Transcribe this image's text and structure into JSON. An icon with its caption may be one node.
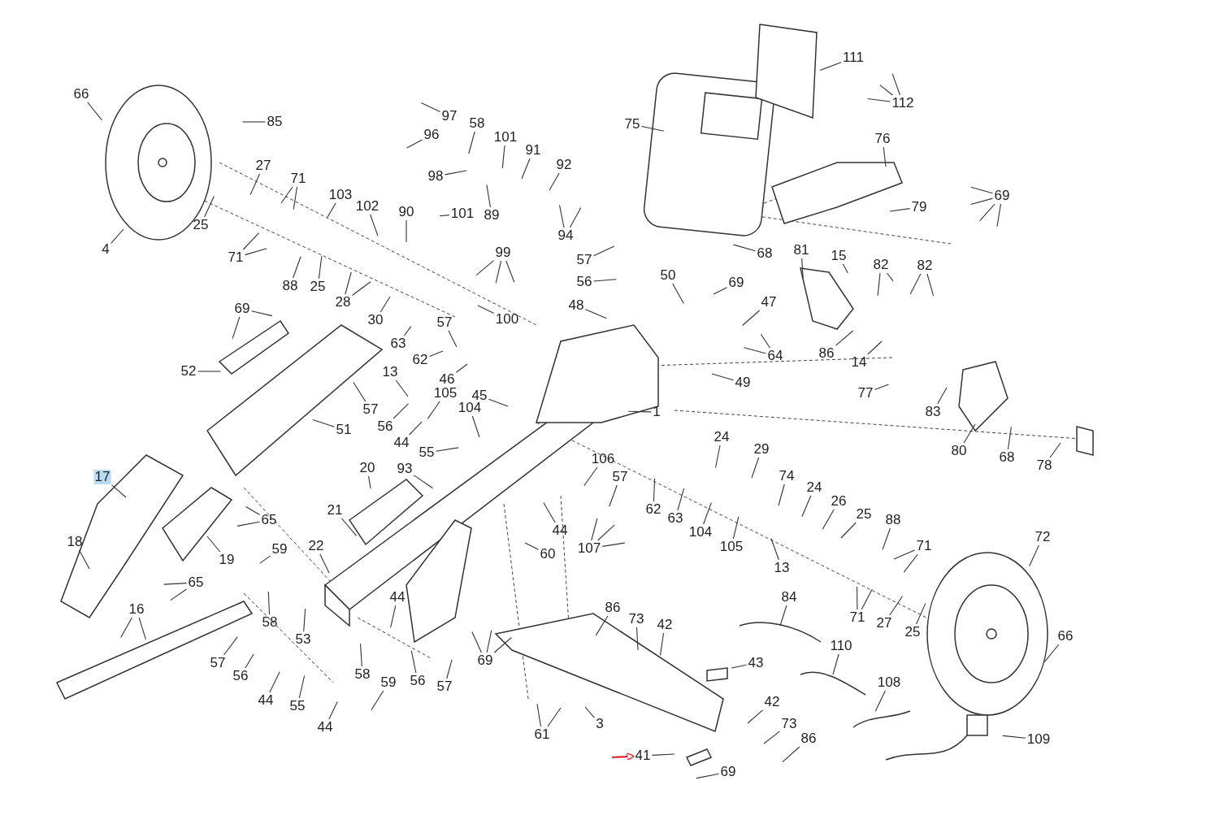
{
  "diagram": {
    "nodes": [
      {
        "text": [
          "66"
        ]
      },
      {
        "text": [
          "85"
        ]
      },
      {
        "text": [
          "27"
        ]
      },
      {
        "text": [
          "71"
        ]
      },
      {
        "text": [
          "25"
        ]
      },
      {
        "text": [
          "4"
        ]
      },
      {
        "text": [
          "71"
        ]
      },
      {
        "text": [
          "88"
        ]
      },
      {
        "text": [
          "25"
        ]
      },
      {
        "text": [
          "28"
        ]
      },
      {
        "text": [
          "103"
        ]
      },
      {
        "text": [
          "102"
        ]
      },
      {
        "text": [
          "90"
        ]
      },
      {
        "text": [
          "30"
        ]
      },
      {
        "text": [
          "97"
        ]
      },
      {
        "text": [
          "58"
        ]
      },
      {
        "text": [
          "96"
        ]
      },
      {
        "text": [
          "101"
        ]
      },
      {
        "text": [
          "91"
        ]
      },
      {
        "text": [
          "92"
        ]
      },
      {
        "text": [
          "98"
        ]
      },
      {
        "text": [
          "101"
        ]
      },
      {
        "text": [
          "89"
        ]
      },
      {
        "text": [
          "94"
        ]
      },
      {
        "text": [
          "99"
        ]
      },
      {
        "text": [
          "100"
        ]
      },
      {
        "text": [
          "111"
        ]
      },
      {
        "text": [
          "112"
        ]
      },
      {
        "text": [
          "75"
        ]
      },
      {
        "text": [
          "76"
        ]
      },
      {
        "text": [
          "69"
        ]
      },
      {
        "text": [
          "79"
        ]
      },
      {
        "text": [
          "57"
        ]
      },
      {
        "text": [
          "56"
        ]
      },
      {
        "text": [
          "48"
        ]
      },
      {
        "text": [
          "50"
        ]
      },
      {
        "text": [
          "69"
        ]
      },
      {
        "text": [
          "47"
        ]
      },
      {
        "text": [
          "68"
        ]
      },
      {
        "text": [
          "81"
        ]
      },
      {
        "text": [
          "15"
        ]
      },
      {
        "text": [
          "82"
        ]
      },
      {
        "text": [
          "82"
        ]
      },
      {
        "text": [
          "86"
        ]
      },
      {
        "text": [
          "14"
        ]
      },
      {
        "text": [
          "77"
        ]
      },
      {
        "text": [
          "83"
        ]
      },
      {
        "text": [
          "64"
        ]
      },
      {
        "text": [
          "49"
        ]
      },
      {
        "text": [
          "1"
        ]
      },
      {
        "text": [
          "63"
        ]
      },
      {
        "text": [
          "57"
        ]
      },
      {
        "text": [
          "62"
        ]
      },
      {
        "text": [
          "46"
        ]
      },
      {
        "text": [
          "45"
        ]
      },
      {
        "text": [
          "13"
        ]
      },
      {
        "text": [
          "57"
        ]
      },
      {
        "text": [
          "105"
        ]
      },
      {
        "text": [
          "104"
        ]
      },
      {
        "text": [
          "56"
        ]
      },
      {
        "text": [
          "44"
        ]
      },
      {
        "text": [
          "55"
        ]
      },
      {
        "text": [
          "69"
        ]
      },
      {
        "text": [
          "52"
        ]
      },
      {
        "text": [
          "51"
        ]
      },
      {
        "text": [
          "20"
        ]
      },
      {
        "text": [
          "93"
        ]
      },
      {
        "text": [
          "106"
        ]
      },
      {
        "text": [
          "57"
        ]
      },
      {
        "text": [
          "44"
        ]
      },
      {
        "text": [
          "60"
        ]
      },
      {
        "text": [
          "107"
        ]
      },
      {
        "text": [
          "62"
        ]
      },
      {
        "text": [
          "63"
        ]
      },
      {
        "text": [
          "104"
        ]
      },
      {
        "text": [
          "105"
        ]
      },
      {
        "text": [
          "24"
        ]
      },
      {
        "text": [
          "29"
        ]
      },
      {
        "text": [
          "74"
        ]
      },
      {
        "text": [
          "24"
        ]
      },
      {
        "text": [
          "26"
        ]
      },
      {
        "text": [
          "25"
        ]
      },
      {
        "text": [
          "88"
        ]
      },
      {
        "text": [
          "13"
        ]
      },
      {
        "text": [
          "71"
        ]
      },
      {
        "text": [
          "72"
        ]
      },
      {
        "text": [
          "80"
        ]
      },
      {
        "text": [
          "68"
        ]
      },
      {
        "text": [
          "78"
        ]
      },
      {
        "text": [
          "17"
        ]
      },
      {
        "text": [
          "18"
        ]
      },
      {
        "text": [
          "19"
        ]
      },
      {
        "text": [
          "65"
        ]
      },
      {
        "text": [
          "59"
        ]
      },
      {
        "text": [
          "22"
        ]
      },
      {
        "text": [
          "21"
        ]
      },
      {
        "text": [
          "65"
        ]
      },
      {
        "text": [
          "71"
        ]
      },
      {
        "text": [
          "27"
        ]
      },
      {
        "text": [
          "25"
        ]
      },
      {
        "text": [
          "16"
        ]
      },
      {
        "text": [
          "58"
        ]
      },
      {
        "text": [
          "53"
        ]
      },
      {
        "text": [
          "44"
        ]
      },
      {
        "text": [
          "84"
        ]
      },
      {
        "text": [
          "86"
        ]
      },
      {
        "text": [
          "73"
        ]
      },
      {
        "text": [
          "42"
        ]
      },
      {
        "text": [
          "66"
        ]
      },
      {
        "text": [
          "110"
        ]
      },
      {
        "text": [
          "69"
        ]
      },
      {
        "text": [
          "57"
        ]
      },
      {
        "text": [
          "56"
        ]
      },
      {
        "text": [
          "58"
        ]
      },
      {
        "text": [
          "59"
        ]
      },
      {
        "text": [
          "56"
        ]
      },
      {
        "text": [
          "57"
        ]
      },
      {
        "text": [
          "43"
        ]
      },
      {
        "text": [
          "108"
        ]
      },
      {
        "text": [
          "44"
        ]
      },
      {
        "text": [
          "55"
        ]
      },
      {
        "text": [
          "42"
        ]
      },
      {
        "text": [
          "44"
        ]
      },
      {
        "text": [
          "3"
        ]
      },
      {
        "text": [
          "73"
        ]
      },
      {
        "text": [
          "61"
        ]
      },
      {
        "text": [
          "86"
        ]
      },
      {
        "text": [
          "109"
        ]
      },
      {
        "text": [
          "41"
        ]
      },
      {
        "text": [
          "69"
        ]
      }
    ],
    "edges": [
      {
        "from": 0,
        "to": null,
        "arrow": "none"
      },
      {
        "from": 1,
        "to": null,
        "arrow": "none"
      },
      {
        "from": 2,
        "to": null,
        "arrow": "none"
      },
      {
        "from": 3,
        "to": null,
        "arrow": "none"
      },
      {
        "from": 3,
        "to": null,
        "arrow": "none"
      },
      {
        "from": 4,
        "to": null,
        "arrow": "none"
      },
      {
        "from": 5,
        "to": null,
        "arrow": "none"
      },
      {
        "from": 6,
        "to": null,
        "arrow": "none"
      },
      {
        "from": 6,
        "to": null,
        "arrow": "none"
      },
      {
        "from": 7,
        "to": null,
        "arrow": "none"
      },
      {
        "from": 8,
        "to": null,
        "arrow": "none"
      },
      {
        "from": 9,
        "to": null,
        "arrow": "none"
      },
      {
        "from": 9,
        "to": null,
        "arrow": "none"
      },
      {
        "from": 10,
        "to": null,
        "arrow": "none"
      },
      {
        "from": 11,
        "to": null,
        "arrow": "none"
      },
      {
        "from": 12,
        "to": null,
        "arrow": "none"
      },
      {
        "from": 13,
        "to": null,
        "arrow": "none"
      },
      {
        "from": 14,
        "to": null,
        "arrow": "none"
      },
      {
        "from": 15,
        "to": null,
        "arrow": "none"
      },
      {
        "from": 16,
        "to": null,
        "arrow": "none"
      },
      {
        "from": 17,
        "to": null,
        "arrow": "none"
      },
      {
        "from": 18,
        "to": null,
        "arrow": "none"
      },
      {
        "from": 19,
        "to": null,
        "arrow": "none"
      },
      {
        "from": 20,
        "to": null,
        "arrow": "none"
      },
      {
        "from": 21,
        "to": null,
        "arrow": "none"
      },
      {
        "from": 22,
        "to": null,
        "arrow": "none"
      },
      {
        "from": 23,
        "to": null,
        "arrow": "none"
      },
      {
        "from": 23,
        "to": null,
        "arrow": "none"
      },
      {
        "from": 24,
        "to": null,
        "arrow": "none"
      },
      {
        "from": 24,
        "to": null,
        "arrow": "none"
      },
      {
        "from": 24,
        "to": null,
        "arrow": "none"
      },
      {
        "from": 25,
        "to": null,
        "arrow": "none"
      },
      {
        "from": 26,
        "to": null,
        "arrow": "none"
      },
      {
        "from": 27,
        "to": null,
        "arrow": "none"
      },
      {
        "from": 27,
        "to": null,
        "arrow": "none"
      },
      {
        "from": 27,
        "to": null,
        "arrow": "none"
      },
      {
        "from": 28,
        "to": null,
        "arrow": "none"
      },
      {
        "from": 29,
        "to": null,
        "arrow": "none"
      },
      {
        "from": 30,
        "to": null,
        "arrow": "none"
      },
      {
        "from": 30,
        "to": null,
        "arrow": "none"
      },
      {
        "from": 30,
        "to": null,
        "arrow": "none"
      },
      {
        "from": 30,
        "to": null,
        "arrow": "none"
      },
      {
        "from": 31,
        "to": null,
        "arrow": "none"
      },
      {
        "from": 32,
        "to": null,
        "arrow": "none"
      },
      {
        "from": 33,
        "to": null,
        "arrow": "none"
      },
      {
        "from": 34,
        "to": null,
        "arrow": "none"
      },
      {
        "from": 35,
        "to": null,
        "arrow": "none"
      },
      {
        "from": 36,
        "to": null,
        "arrow": "none"
      },
      {
        "from": 37,
        "to": null,
        "arrow": "none"
      },
      {
        "from": 38,
        "to": null,
        "arrow": "none"
      },
      {
        "from": 39,
        "to": null,
        "arrow": "none"
      },
      {
        "from": 40,
        "to": null,
        "arrow": "none"
      },
      {
        "from": 41,
        "to": null,
        "arrow": "none"
      },
      {
        "from": 41,
        "to": null,
        "arrow": "none"
      },
      {
        "from": 42,
        "to": null,
        "arrow": "none"
      },
      {
        "from": 42,
        "to": null,
        "arrow": "none"
      },
      {
        "from": 43,
        "to": null,
        "arrow": "none"
      },
      {
        "from": 44,
        "to": null,
        "arrow": "none"
      },
      {
        "from": 45,
        "to": null,
        "arrow": "none"
      },
      {
        "from": 46,
        "to": null,
        "arrow": "none"
      },
      {
        "from": 47,
        "to": null,
        "arrow": "none"
      },
      {
        "from": 47,
        "to": null,
        "arrow": "none"
      },
      {
        "from": 48,
        "to": null,
        "arrow": "none"
      },
      {
        "from": 49,
        "to": null,
        "arrow": "none"
      },
      {
        "from": 50,
        "to": null,
        "arrow": "none"
      },
      {
        "from": 51,
        "to": null,
        "arrow": "none"
      },
      {
        "from": 52,
        "to": null,
        "arrow": "none"
      },
      {
        "from": 53,
        "to": null,
        "arrow": "none"
      },
      {
        "from": 54,
        "to": null,
        "arrow": "none"
      },
      {
        "from": 55,
        "to": null,
        "arrow": "none"
      },
      {
        "from": 56,
        "to": null,
        "arrow": "none"
      },
      {
        "from": 57,
        "to": null,
        "arrow": "none"
      },
      {
        "from": 58,
        "to": null,
        "arrow": "none"
      },
      {
        "from": 59,
        "to": null,
        "arrow": "none"
      },
      {
        "from": 60,
        "to": null,
        "arrow": "none"
      },
      {
        "from": 61,
        "to": null,
        "arrow": "none"
      },
      {
        "from": 62,
        "to": null,
        "arrow": "none"
      },
      {
        "from": 62,
        "to": null,
        "arrow": "none"
      },
      {
        "from": 63,
        "to": null,
        "arrow": "none"
      },
      {
        "from": 64,
        "to": null,
        "arrow": "none"
      },
      {
        "from": 65,
        "to": null,
        "arrow": "none"
      },
      {
        "from": 66,
        "to": null,
        "arrow": "none"
      },
      {
        "from": 67,
        "to": null,
        "arrow": "none"
      },
      {
        "from": 68,
        "to": null,
        "arrow": "none"
      },
      {
        "from": 69,
        "to": null,
        "arrow": "none"
      },
      {
        "from": 70,
        "to": null,
        "arrow": "none"
      },
      {
        "from": 71,
        "to": null,
        "arrow": "none"
      },
      {
        "from": 71,
        "to": null,
        "arrow": "none"
      },
      {
        "from": 71,
        "to": null,
        "arrow": "none"
      },
      {
        "from": 72,
        "to": null,
        "arrow": "none"
      },
      {
        "from": 73,
        "to": null,
        "arrow": "none"
      },
      {
        "from": 74,
        "to": null,
        "arrow": "none"
      },
      {
        "from": 75,
        "to": null,
        "arrow": "none"
      },
      {
        "from": 76,
        "to": null,
        "arrow": "none"
      },
      {
        "from": 77,
        "to": null,
        "arrow": "none"
      },
      {
        "from": 78,
        "to": null,
        "arrow": "none"
      },
      {
        "from": 79,
        "to": null,
        "arrow": "none"
      },
      {
        "from": 80,
        "to": null,
        "arrow": "none"
      },
      {
        "from": 81,
        "to": null,
        "arrow": "none"
      },
      {
        "from": 82,
        "to": null,
        "arrow": "none"
      },
      {
        "from": 83,
        "to": null,
        "arrow": "none"
      },
      {
        "from": 84,
        "to": null,
        "arrow": "none"
      },
      {
        "from": 84,
        "to": null,
        "arrow": "none"
      },
      {
        "from": 85,
        "to": null,
        "arrow": "none"
      },
      {
        "from": 86,
        "to": null,
        "arrow": "none"
      },
      {
        "from": 87,
        "to": null,
        "arrow": "none"
      },
      {
        "from": 88,
        "to": null,
        "arrow": "none"
      },
      {
        "from": 89,
        "to": null,
        "arrow": "none"
      },
      {
        "from": 90,
        "to": null,
        "arrow": "none"
      },
      {
        "from": 91,
        "to": null,
        "arrow": "none"
      },
      {
        "from": 92,
        "to": null,
        "arrow": "none"
      },
      {
        "from": 92,
        "to": null,
        "arrow": "none"
      },
      {
        "from": 93,
        "to": null,
        "arrow": "none"
      },
      {
        "from": 94,
        "to": null,
        "arrow": "none"
      },
      {
        "from": 95,
        "to": null,
        "arrow": "none"
      },
      {
        "from": 96,
        "to": null,
        "arrow": "none"
      },
      {
        "from": 96,
        "to": null,
        "arrow": "none"
      },
      {
        "from": 97,
        "to": null,
        "arrow": "none"
      },
      {
        "from": 97,
        "to": null,
        "arrow": "none"
      },
      {
        "from": 98,
        "to": null,
        "arrow": "none"
      },
      {
        "from": 99,
        "to": null,
        "arrow": "none"
      },
      {
        "from": 100,
        "to": null,
        "arrow": "none"
      },
      {
        "from": 100,
        "to": null,
        "arrow": "none"
      },
      {
        "from": 101,
        "to": null,
        "arrow": "none"
      },
      {
        "from": 102,
        "to": null,
        "arrow": "none"
      },
      {
        "from": 103,
        "to": null,
        "arrow": "none"
      },
      {
        "from": 104,
        "to": null,
        "arrow": "none"
      },
      {
        "from": 105,
        "to": null,
        "arrow": "none"
      },
      {
        "from": 106,
        "to": null,
        "arrow": "none"
      },
      {
        "from": 107,
        "to": null,
        "arrow": "none"
      },
      {
        "from": 108,
        "to": null,
        "arrow": "none"
      },
      {
        "from": 109,
        "to": null,
        "arrow": "none"
      },
      {
        "from": 110,
        "to": null,
        "arrow": "none"
      },
      {
        "from": 110,
        "to": null,
        "arrow": "none"
      },
      {
        "from": 110,
        "to": null,
        "arrow": "none"
      },
      {
        "from": 111,
        "to": null,
        "arrow": "none"
      },
      {
        "from": 112,
        "to": null,
        "arrow": "none"
      },
      {
        "from": 113,
        "to": null,
        "arrow": "none"
      },
      {
        "from": 114,
        "to": null,
        "arrow": "none"
      },
      {
        "from": 115,
        "to": null,
        "arrow": "none"
      },
      {
        "from": 116,
        "to": null,
        "arrow": "none"
      },
      {
        "from": 117,
        "to": null,
        "arrow": "none"
      },
      {
        "from": 118,
        "to": null,
        "arrow": "none"
      },
      {
        "from": 119,
        "to": null,
        "arrow": "none"
      },
      {
        "from": 120,
        "to": null,
        "arrow": "none"
      },
      {
        "from": 121,
        "to": null,
        "arrow": "none"
      },
      {
        "from": 122,
        "to": null,
        "arrow": "none"
      },
      {
        "from": 123,
        "to": null,
        "arrow": "none"
      },
      {
        "from": 124,
        "to": null,
        "arrow": "none"
      },
      {
        "from": 125,
        "to": null,
        "arrow": "none"
      },
      {
        "from": 125,
        "to": null,
        "arrow": "none"
      },
      {
        "from": 126,
        "to": null,
        "arrow": "none"
      },
      {
        "from": 127,
        "to": null,
        "arrow": "none"
      },
      {
        "from": 128,
        "to": null,
        "arrow": "none"
      },
      {
        "from": 129,
        "to": null,
        "arrow": "none"
      },
      {
        "from": null,
        "to": 128,
        "arrow": "to",
        "color": "#e8262a"
      }
    ]
  }
}
